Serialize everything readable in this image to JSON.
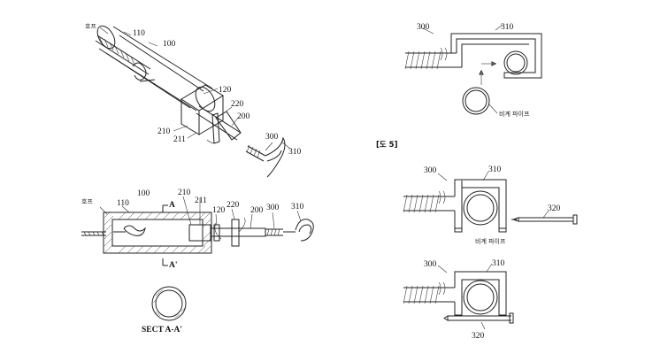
{
  "left_top": {
    "labels": {
      "hose": "호프",
      "n110": "110",
      "n100": "100",
      "n120": "120",
      "n220": "220",
      "n200": "200",
      "n210": "210",
      "n211": "211",
      "n300": "300",
      "n310": "310"
    }
  },
  "left_section": {
    "labels": {
      "hose": "호프",
      "n110": "110",
      "n100": "100",
      "a_top": "A",
      "n210": "210",
      "n211": "211",
      "n120": "120",
      "n220": "220",
      "n200": "200",
      "n300": "300",
      "n310": "310",
      "a_bottom": "A'"
    },
    "section_caption": "SECT A-A'"
  },
  "right_top": {
    "labels": {
      "n300": "300",
      "n310": "310"
    },
    "pipe_label": "비계 파이프"
  },
  "right_fig5": {
    "figure_title": "[도 5]",
    "labels": {
      "n300": "300",
      "n310": "310",
      "n320": "320"
    },
    "pipe_label": "비계 파이프"
  },
  "right_bottom": {
    "labels": {
      "n300": "300",
      "n310": "310",
      "n320": "320"
    }
  }
}
